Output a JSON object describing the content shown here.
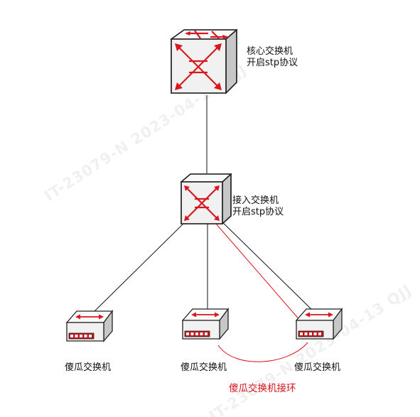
{
  "colors": {
    "link_normal": "#111111",
    "link_loop": "#e0141a",
    "arrow_red": "#d7181e",
    "switch_face": "#f1f1f1",
    "switch_side": "#c7c7c7",
    "switch_top": "#fafafa",
    "switch_outline": "#222222",
    "port_strip": "#c0161b"
  },
  "watermarks": {
    "line1": "IT-23079-N  2023-04-13  QJJ",
    "line2": "IT-23079-N  2023-04-13  QJJ"
  },
  "nodes": {
    "core": {
      "icon": "core-switch-icon",
      "label_line1": "核心交换机",
      "label_line2": "开启stp协议"
    },
    "access": {
      "icon": "access-switch-icon",
      "label_line1": "接入交换机",
      "label_line2": "开启stp协议"
    },
    "dumb_left": {
      "icon": "dumb-switch-icon",
      "label": "傻瓜交换机"
    },
    "dumb_mid": {
      "icon": "dumb-switch-icon",
      "label": "傻瓜交换机"
    },
    "dumb_right": {
      "icon": "dumb-switch-icon",
      "label": "傻瓜交换机"
    }
  },
  "links": [
    {
      "from": "core",
      "to": "access",
      "kind": "normal"
    },
    {
      "from": "access",
      "to": "dumb_left",
      "kind": "normal"
    },
    {
      "from": "access",
      "to": "dumb_mid",
      "kind": "normal"
    },
    {
      "from": "access",
      "to": "dumb_right",
      "kind": "normal"
    },
    {
      "from": "access",
      "to": "dumb_right",
      "kind": "loop"
    },
    {
      "from": "dumb_mid",
      "to": "dumb_right",
      "kind": "loop"
    }
  ],
  "loop_label": "傻瓜交换机接环"
}
